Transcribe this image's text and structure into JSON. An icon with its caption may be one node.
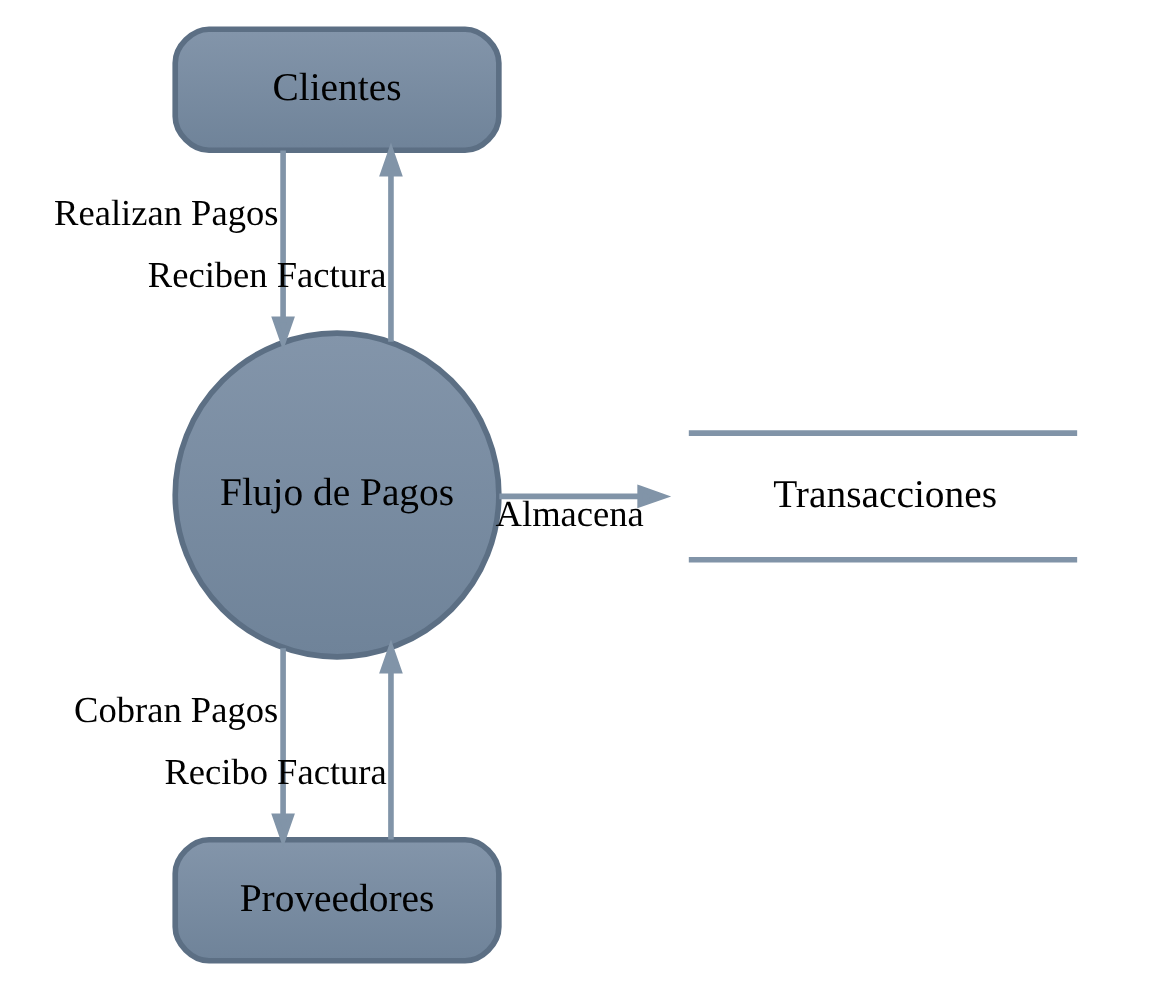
{
  "diagram": {
    "nodes": [
      {
        "text": [
          "Clientes"
        ]
      },
      {
        "text": [
          "Flujo de Pagos"
        ]
      },
      {
        "text": [
          "Transacciones"
        ]
      },
      {
        "text": [
          "Proveedores"
        ]
      }
    ],
    "edges": [
      {
        "from": 1,
        "to": 0,
        "arrow": "to",
        "label": "Reciben Factura"
      },
      {
        "from": 0,
        "to": 1,
        "arrow": "to",
        "label": "Realizan Pagos"
      },
      {
        "from": 1,
        "to": 2,
        "arrow": "to",
        "label": "Almacena"
      },
      {
        "from": 3,
        "to": 1,
        "arrow": "to",
        "label": "Recibo Factura"
      },
      {
        "from": 1,
        "to": 3,
        "arrow": "to",
        "label": "Cobran Pagos"
      }
    ]
  }
}
